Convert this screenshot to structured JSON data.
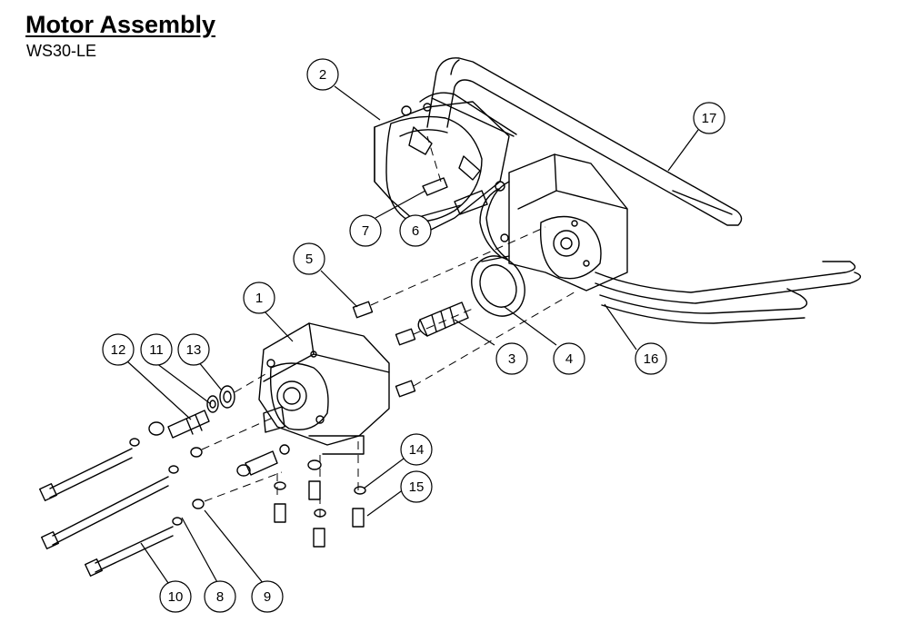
{
  "header": {
    "title": "Motor Assembly",
    "subtitle": "WS30-LE"
  },
  "callouts": [
    {
      "label": "1"
    },
    {
      "label": "2"
    },
    {
      "label": "3"
    },
    {
      "label": "4"
    },
    {
      "label": "5"
    },
    {
      "label": "6"
    },
    {
      "label": "7"
    },
    {
      "label": "8"
    },
    {
      "label": "9"
    },
    {
      "label": "10"
    },
    {
      "label": "11"
    },
    {
      "label": "12"
    },
    {
      "label": "13"
    },
    {
      "label": "14"
    },
    {
      "label": "15"
    },
    {
      "label": "16"
    },
    {
      "label": "17"
    }
  ]
}
